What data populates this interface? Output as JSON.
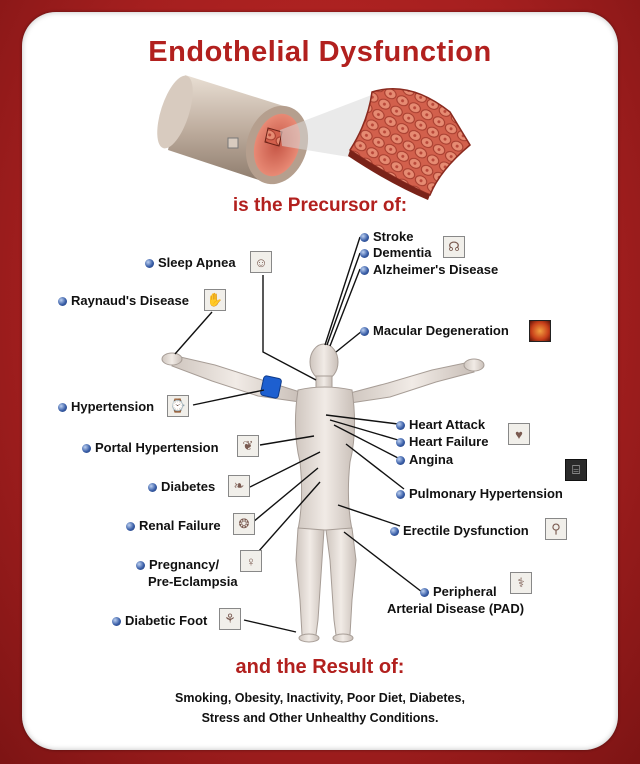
{
  "title": "Endothelial Dysfunction",
  "subtitle": "is the Precursor of:",
  "result_title": "and the Result of:",
  "result_lines": [
    "Smoking, Obesity, Inactivity, Poor Diet, Diabetes,",
    "Stress and Other Unhealthy Conditions."
  ],
  "conditions": {
    "stroke": "Stroke",
    "dementia": "Dementia",
    "alzheimers": "Alzheimer's Disease",
    "sleep_apnea": "Sleep Apnea",
    "raynauds": "Raynaud's Disease",
    "macular": "Macular Degeneration",
    "hypertension": "Hypertension",
    "portal_hypertension": "Portal Hypertension",
    "heart_attack": "Heart Attack",
    "heart_failure": "Heart Failure",
    "angina": "Angina",
    "diabetes": "Diabetes",
    "pulmonary_hypertension": "Pulmonary Hypertension",
    "renal_failure": "Renal Failure",
    "erectile_dysfunction": "Erectile Dysfunction",
    "pregnancy_line1": "Pregnancy/",
    "pregnancy_line2": "Pre-Eclampsia",
    "peripheral_line1": "Peripheral",
    "peripheral_line2": "Arterial Disease (PAD)",
    "diabetic_foot": "Diabetic Foot"
  },
  "colors": {
    "frame": "#a51f1f",
    "heading": "#b2201e",
    "bullet": "#3a5fa8",
    "body": "#e8e2dc",
    "vessel_inner": "#d9705f",
    "cuff": "#1d5fd0"
  },
  "icons": {
    "bullet": "blue-sphere-bullet",
    "thumbnails": "condition-photo-thumbnails"
  }
}
